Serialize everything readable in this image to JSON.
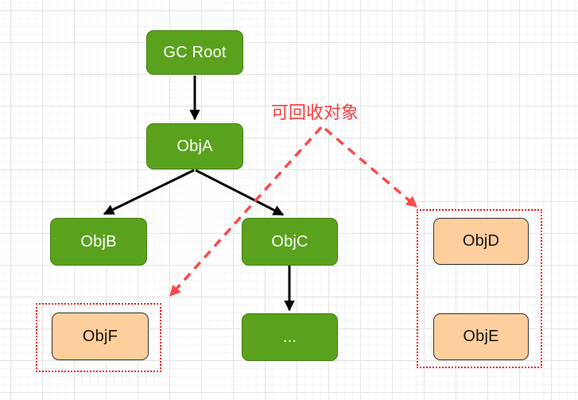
{
  "annotation": {
    "label": "可回收对象"
  },
  "nodes": {
    "gc_root": {
      "label": "GC Root",
      "type": "reachable"
    },
    "obj_a": {
      "label": "ObjA",
      "type": "reachable"
    },
    "obj_b": {
      "label": "ObjB",
      "type": "reachable"
    },
    "obj_c": {
      "label": "ObjC",
      "type": "reachable"
    },
    "obj_more": {
      "label": "...",
      "type": "reachable"
    },
    "obj_d": {
      "label": "ObjD",
      "type": "collectable"
    },
    "obj_e": {
      "label": "ObjE",
      "type": "collectable"
    },
    "obj_f": {
      "label": "ObjF",
      "type": "collectable"
    }
  },
  "edges": [
    {
      "from": "GC Root",
      "to": "ObjA",
      "style": "solid-black-arrow"
    },
    {
      "from": "ObjA",
      "to": "ObjB",
      "style": "solid-black-arrow"
    },
    {
      "from": "ObjA",
      "to": "ObjC",
      "style": "solid-black-arrow"
    },
    {
      "from": "ObjC",
      "to": "...",
      "style": "solid-black-arrow"
    },
    {
      "from": "可回收对象",
      "to": "ObjF group",
      "style": "dashed-red-arrow"
    },
    {
      "from": "可回收对象",
      "to": "ObjD/ObjE group",
      "style": "dashed-red-arrow"
    }
  ],
  "colors": {
    "reachable_fill": "#5aa21d",
    "reachable_border": "#457f12",
    "reachable_text": "#ffffff",
    "collectable_fill": "#ffce9d",
    "collectable_border": "#333333",
    "collectable_text": "#141414",
    "solid_arrow": "#000000",
    "dashed_arrow": "#fb4a4a",
    "group_dotted_border": "#ff1212",
    "annotation_text": "#fd3d3d",
    "grid_major": "#e3e3e3",
    "grid_minor": "#f5f5f5"
  }
}
